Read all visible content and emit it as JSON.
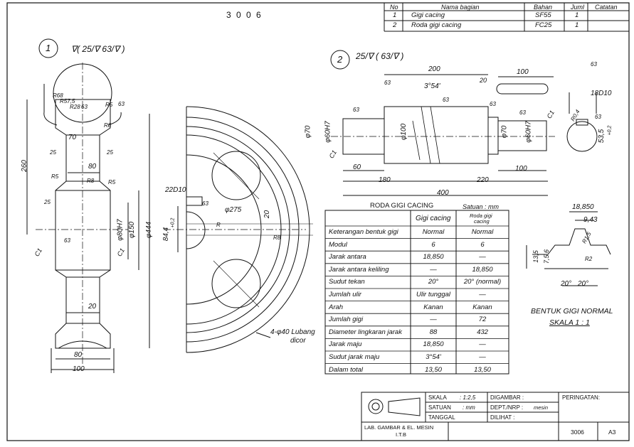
{
  "drawing_number": "3 0 0 6",
  "parts_list": {
    "headers": [
      "No",
      "Nama bagian",
      "Bahan",
      "Juml",
      "Catatan"
    ],
    "rows": [
      {
        "no": "1",
        "name": "Gigi cacing",
        "material": "SF55",
        "qty": "1",
        "note": ""
      },
      {
        "no": "2",
        "name": "Roda gigi cacing",
        "material": "FC25",
        "qty": "1",
        "note": ""
      }
    ]
  },
  "view1": {
    "part_no": "1",
    "finish_symbol": "∇( 25/∇ 63/∇ )",
    "dims": {
      "d260": "260",
      "d80top": "80",
      "d70": "70",
      "d444": "φ444",
      "d150": "φ150",
      "d80h7": "φ80H7",
      "d100": "100",
      "d80": "80",
      "d20": "20",
      "r25": "R5",
      "r8a": "R8",
      "r8b": "R8",
      "r68": "R68",
      "r57": "R57,5",
      "r28": "R28",
      "rs": "R5",
      "r5a": "R5",
      "r5b": "R5",
      "c1a": "C1",
      "c1b": "C1",
      "f25a": "25",
      "f25b": "25",
      "f63a": "63",
      "f63b": "63",
      "f63c": "63",
      "f25c": "25"
    }
  },
  "view_wheel_side": {
    "keyway": "22D10",
    "d84": "84,4",
    "d84b": "+0,2",
    "d275": "φ275",
    "d20": "20",
    "r8": "R8",
    "r": "R",
    "f63": "63",
    "holes_note_1": "4-φ40 Lubang",
    "holes_note_2": "dicor"
  },
  "view2": {
    "part_no": "2",
    "finish_symbol": "25/∇ ( 63/∇ )",
    "dims": {
      "d200": "200",
      "d100a": "100",
      "d354": "3°54'",
      "d70": "φ70",
      "d60h7a": "φ60H7",
      "d100d": "φ100",
      "d70b": "φ70",
      "d60h7b": "φ60H7",
      "d60": "60",
      "d180": "180",
      "d220": "220",
      "d400": "400",
      "d100b": "100",
      "c1a": "C1",
      "c1b": "C1",
      "f63a": "63",
      "f63b": "63",
      "f63c": "63",
      "f63d": "63",
      "f63e": "63",
      "f20": "20"
    },
    "section": {
      "d18d10": "18D10",
      "d53": "53,5",
      "d53b": "+0,2",
      "r0": "R0,4",
      "f63": "63",
      "f63b": "63"
    }
  },
  "table": {
    "title": "RODA GIGI CACING",
    "unit": "Satuan : mm",
    "col1": "Gigi cacing",
    "col2_line1": "Roda gigi",
    "col2_line2": "cacing",
    "rows": [
      {
        "label": "Keterangan bentuk gigi",
        "a": "Normal",
        "b": "Normal"
      },
      {
        "label": "Modul",
        "a": "6",
        "b": "6"
      },
      {
        "label": "Jarak antara",
        "a": "18,850",
        "b": "—"
      },
      {
        "label": "Jarak antara keliling",
        "a": "—",
        "b": "18,850"
      },
      {
        "label": "Sudut tekan",
        "a": "20°",
        "b": "20° (normal)"
      },
      {
        "label": "Jumlah ulir",
        "a": "Ulir tunggal",
        "b": "—"
      },
      {
        "label": "Arah",
        "a": "Kanan",
        "b": "Kanan"
      },
      {
        "label": "Jumlah gigi",
        "a": "—",
        "b": "72"
      },
      {
        "label": "Diameter lingkaran jarak",
        "a": "88",
        "b": "432"
      },
      {
        "label": "Jarak maju",
        "a": "18,850",
        "b": "—"
      },
      {
        "label": "Sudut jarak maju",
        "a": "3°54'",
        "b": "—"
      },
      {
        "label": "Dalam total",
        "a": "13,50",
        "b": "13,50"
      }
    ]
  },
  "tooth_form": {
    "title": "BENTUK GIGI NORMAL",
    "scale": "SKALA 1 : 1",
    "d18850": "18,850",
    "d943": "9,43",
    "r15": "R1,5",
    "d135": "13,5",
    "d756": "7,5 6",
    "a20a": "20°",
    "a20b": "20°",
    "r2": "R2"
  },
  "title_block": {
    "skala_label": "SKALA",
    "skala_value": ": 1:2,5",
    "satuan_label": "SATUAN",
    "satuan_value": ": mm",
    "tanggal_label": "TANGGAL",
    "digambar_label": "DIGAMBAR :",
    "dept_label": "DEPT./NRP :",
    "dept_value": "mesin",
    "dilihat_label": "DILIHAT :",
    "peringatan_label": "PERINGATAN:",
    "lab_line1": "LAB. GAMBAR & EL. MESIN",
    "lab_line2": "I.T.B",
    "number": "3006",
    "size": "A3"
  }
}
